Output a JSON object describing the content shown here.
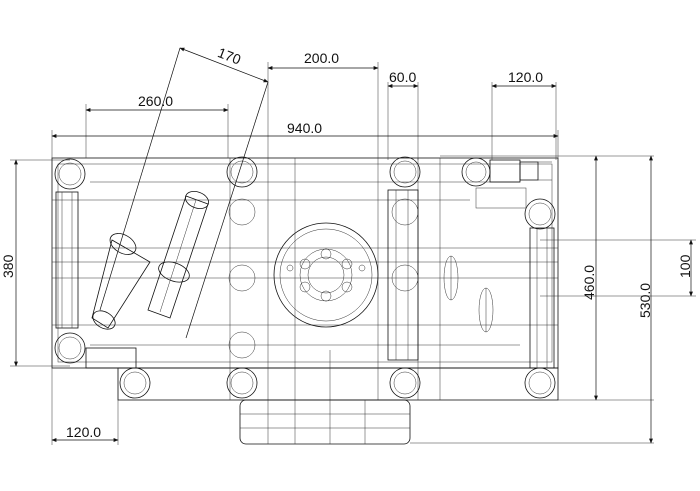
{
  "drawing": {
    "dimensions": {
      "d_170": "170",
      "d_200": "200.0",
      "d_60": "60.0",
      "d_120_top": "120.0",
      "d_260": "260.0",
      "d_940": "940.0",
      "d_380": "380",
      "d_460": "460.0",
      "d_530": "530.0",
      "d_100": "100",
      "d_120_bottom": "120.0"
    }
  }
}
